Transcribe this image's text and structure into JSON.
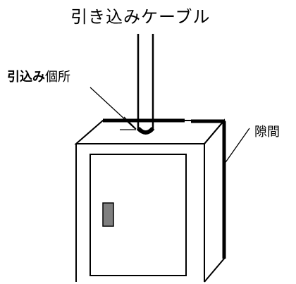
{
  "labels": {
    "cable": "引き込みケーブル",
    "entry_bold": "引込み",
    "entry_rest": "個所",
    "gap": "隙間"
  },
  "colors": {
    "line": "#000000",
    "handle": "#7f7f7f",
    "background": "#ffffff"
  }
}
